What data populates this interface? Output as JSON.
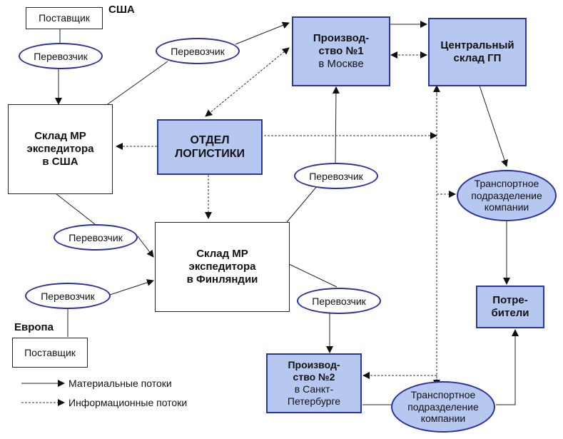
{
  "regions": {
    "usa": "США",
    "europe": "Европа"
  },
  "nodes": {
    "supplier_usa": [
      "Поставщик"
    ],
    "supplier_eu": [
      "Поставщик"
    ],
    "carrier_usa": [
      "Перевозчик"
    ],
    "carrier_top": [
      "Перевозчик"
    ],
    "carrier_mid": [
      "Перевозчик"
    ],
    "carrier_left": [
      "Перевозчик"
    ],
    "carrier_eu": [
      "Перевозчик"
    ],
    "carrier_fin": [
      "Перевозчик"
    ],
    "warehouse_usa": [
      "Склад МР",
      "экспедитора",
      "в США"
    ],
    "logistics": [
      "ОТДЕЛ",
      "ЛОГИСТИКИ"
    ],
    "warehouse_fin": [
      "Склад МР",
      "экспедитора",
      "в Финляндии"
    ],
    "prod1": [
      "Производ-",
      "ство №1",
      "в Москве"
    ],
    "central": [
      "Центральный",
      "склад ГП"
    ],
    "transport1": [
      "Транспортное",
      "подразделение",
      "компании"
    ],
    "consumers": [
      "Потре-",
      "бители"
    ],
    "prod2": [
      "Производ-",
      "ство №2",
      "в Санкт-",
      "Петербурге"
    ],
    "transport2": [
      "Транспортное",
      "подразделение",
      "компании"
    ]
  },
  "legend": {
    "material": "Материальные потоки",
    "info": "Информационные потоки"
  },
  "colors": {
    "node_fill": "#b7c8f0",
    "node_border": "#2a36a8",
    "ellipse_border": "#2b2fa0"
  }
}
